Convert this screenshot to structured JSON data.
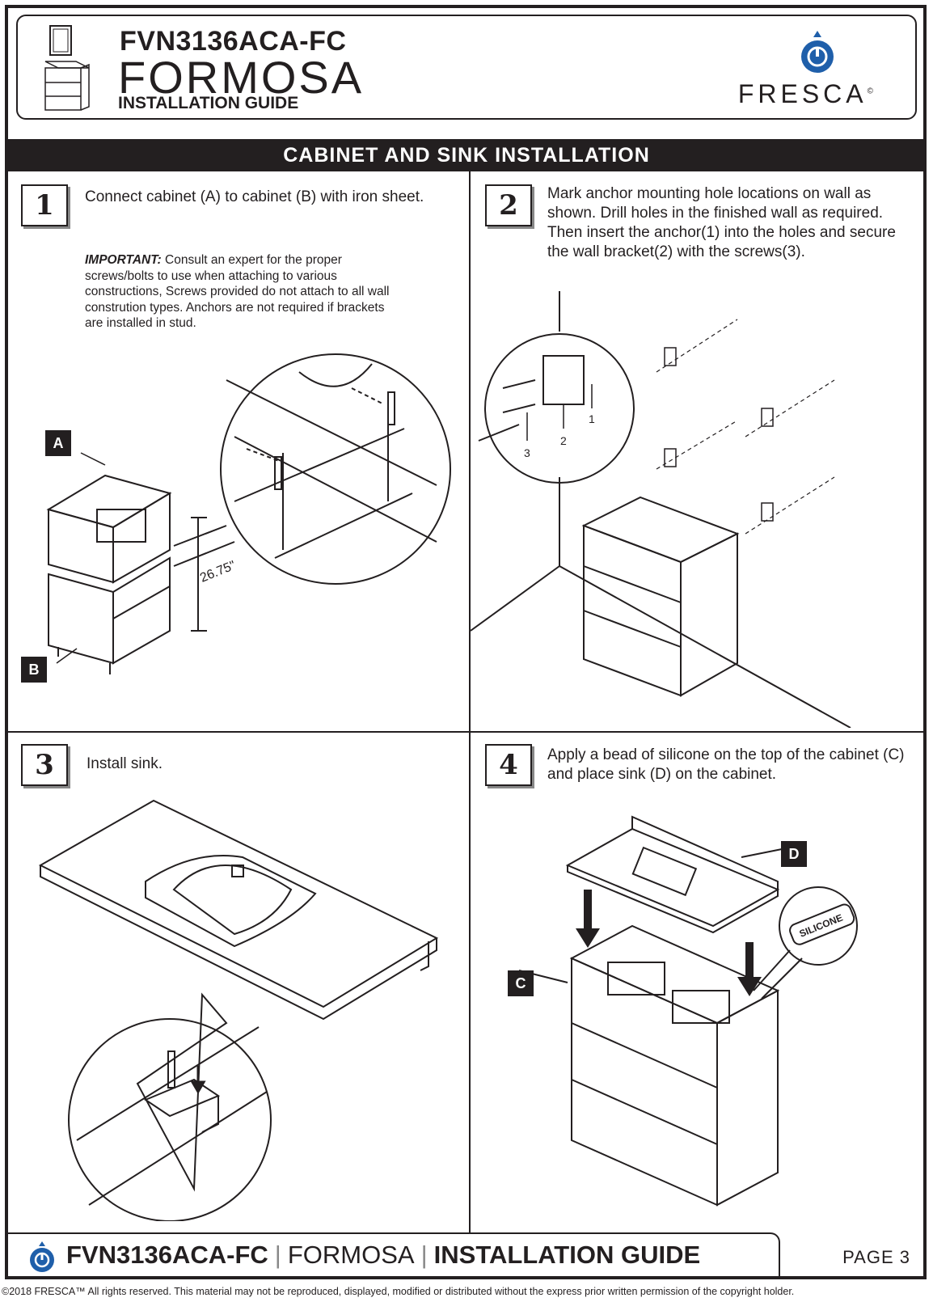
{
  "header": {
    "model": "FVN3136ACA-FC",
    "product": "FORMOSA",
    "guide_label": "INSTALLATION GUIDE",
    "brand": "FRESCA",
    "brand_mark": "©"
  },
  "section_title": "CABINET AND SINK INSTALLATION",
  "steps": [
    {
      "number": "1",
      "text": "Connect cabinet (A) to cabinet (B) with iron sheet.",
      "important_label": "IMPORTANT:",
      "important_text": " Consult an expert for the proper screws/bolts to use when attaching to various constructions, Screws provided do not attach to all wall constrution types. Anchors are not required if brackets are installed in stud.",
      "callouts": [
        "A",
        "B"
      ],
      "dimension": "26.75\""
    },
    {
      "number": "2",
      "text": "Mark anchor mounting hole locations on wall as shown. Drill holes in the finished wall as required. Then insert the anchor(1) into the holes and secure the wall bracket(2) with the screws(3).",
      "part_labels": [
        "1",
        "2",
        "3"
      ]
    },
    {
      "number": "3",
      "text": "Install sink."
    },
    {
      "number": "4",
      "text": "Apply a bead of silicone on the top of the cabinet (C) and place sink (D) on the cabinet.",
      "callouts": [
        "D",
        "C"
      ],
      "silicone_label": "SILICONE"
    }
  ],
  "footer": {
    "model": "FVN3136ACA-FC",
    "product": "FORMOSA",
    "guide": "INSTALLATION GUIDE",
    "separator": "|",
    "page": "PAGE 3",
    "copyright": "©2018 FRESCA™ All rights reserved. This material may not be reproduced, displayed, modified or distributed without the express prior written permission of the copyright holder."
  }
}
